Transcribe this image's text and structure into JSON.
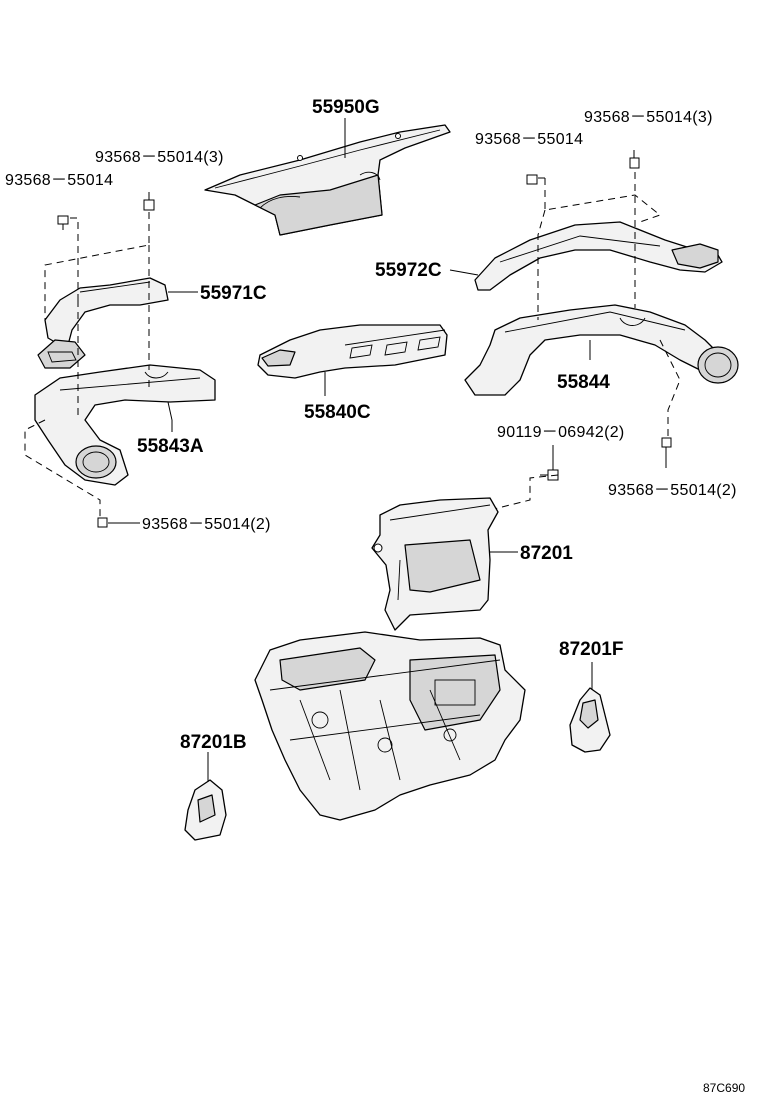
{
  "labels": {
    "p_55950G": "55950G",
    "p_93568_55014_3_right": "93568－55014(3)",
    "p_93568_55014_right": "93568－55014",
    "p_93568_55014_3_left": "93568－55014(3)",
    "p_93568_55014_left": "93568－55014",
    "p_55971C": "55971C",
    "p_55972C": "55972C",
    "p_55840C": "55840C",
    "p_55844": "55844",
    "p_55843A": "55843A",
    "p_90119_06942_2": "90119－06942(2)",
    "p_93568_55014_2_right": "93568－55014(2)",
    "p_93568_55014_2_left": "93568－55014(2)",
    "p_87201": "87201",
    "p_87201F": "87201F",
    "p_87201B": "87201B"
  },
  "figure_ref": "87C690",
  "colors": {
    "line": "#000000",
    "part_fill": "#f2f2f2",
    "background": "#ffffff"
  }
}
